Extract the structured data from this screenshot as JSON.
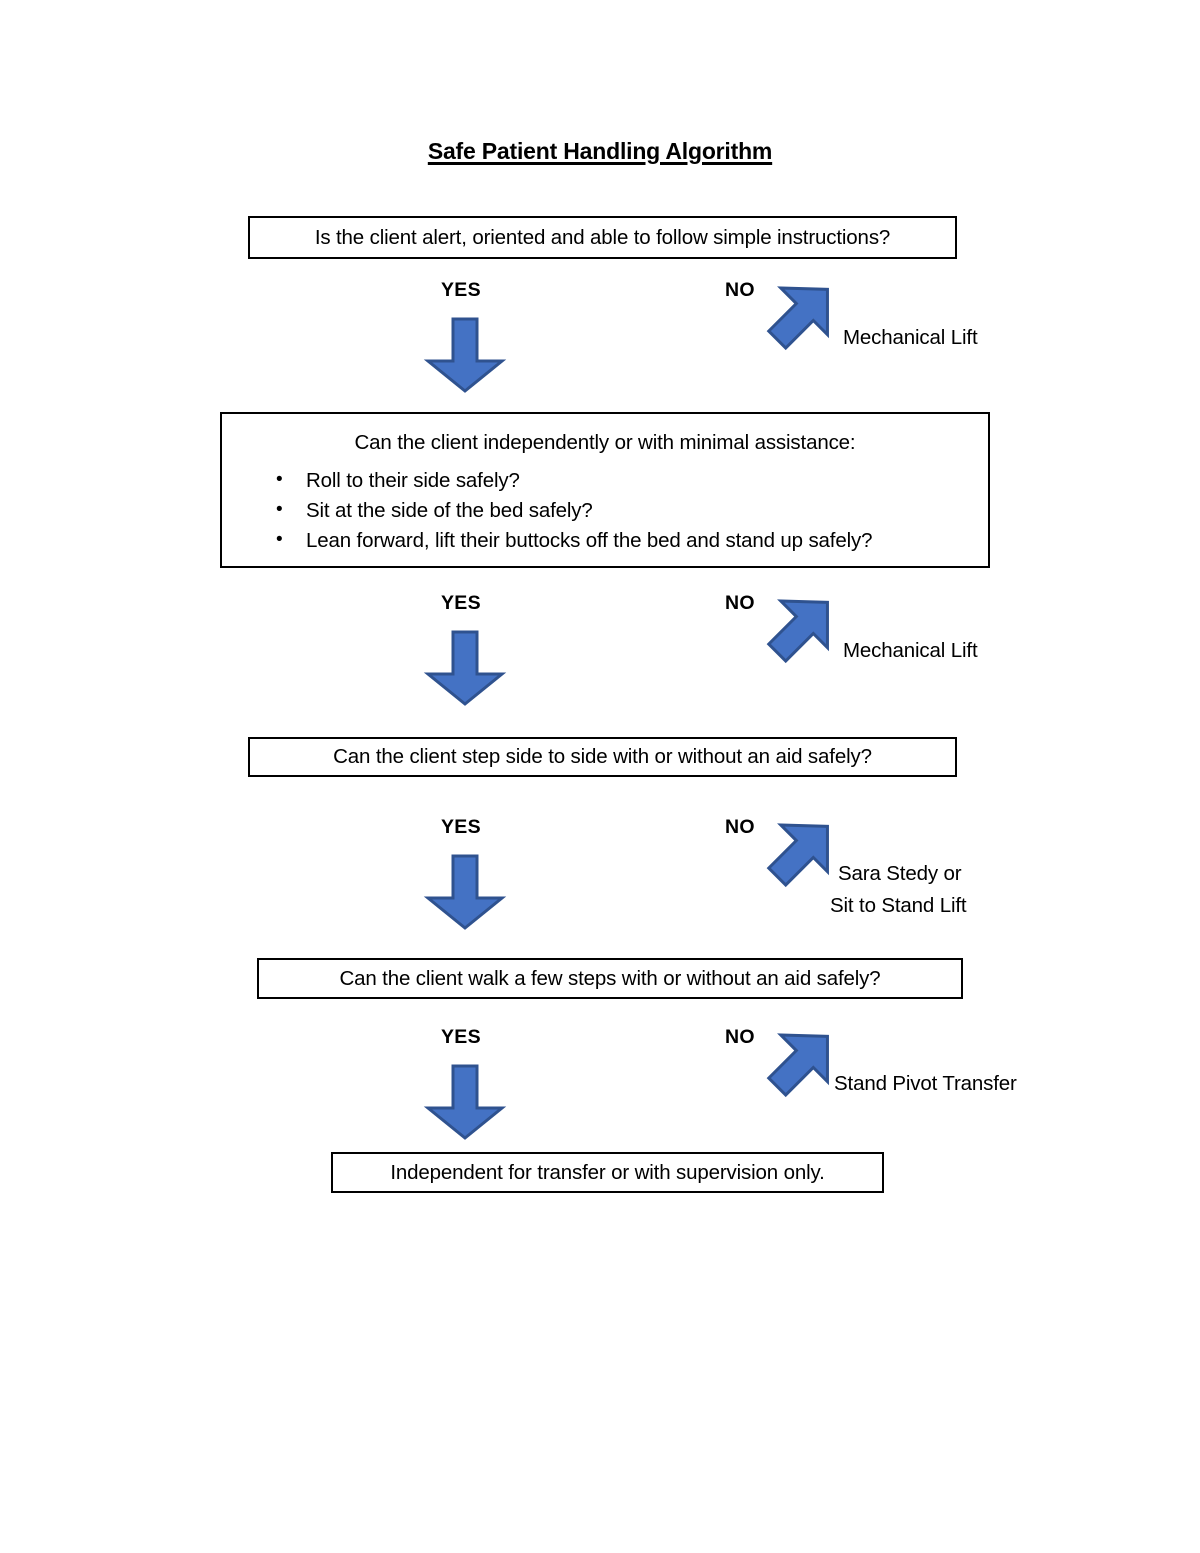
{
  "document": {
    "title": "Safe Patient Handling Algorithm",
    "type": "flowchart",
    "accent_color": "#4472C4",
    "accent_outline_color": "#2F528F",
    "box_border_color": "#000000",
    "background_color": "#FFFFFF",
    "text_color": "#000000"
  },
  "flow": {
    "steps": [
      {
        "id": "step-1",
        "question": "Is the client alert, oriented and able to follow simple instructions?",
        "yes_label": "YES",
        "no_label": "NO",
        "no_outcome": "Mechanical Lift"
      },
      {
        "id": "step-2",
        "question": "Can the client independently or with minimal assistance:",
        "bullets": [
          "Roll to their side safely?",
          "Sit at the side of the bed safely?",
          "Lean forward, lift their buttocks off the bed and stand up safely?"
        ],
        "yes_label": "YES",
        "no_label": "NO",
        "no_outcome": "Mechanical Lift"
      },
      {
        "id": "step-3",
        "question": "Can the client step side to side with or without an aid safely?",
        "yes_label": "YES",
        "no_label": "NO",
        "no_outcome_line1": "Sara Stedy or",
        "no_outcome_line2": "Sit to Stand Lift"
      },
      {
        "id": "step-4",
        "question": "Can the client walk a few steps with or without an aid safely?",
        "yes_label": "YES",
        "no_label": "NO",
        "no_outcome": "Stand Pivot Transfer"
      }
    ],
    "final_outcome": "Independent for transfer or with supervision only."
  },
  "icons": {
    "down_arrow": "arrow-down-icon",
    "diagonal_arrow": "arrow-diagonal-down-right-icon",
    "bullet": "bullet-dot-icon"
  }
}
